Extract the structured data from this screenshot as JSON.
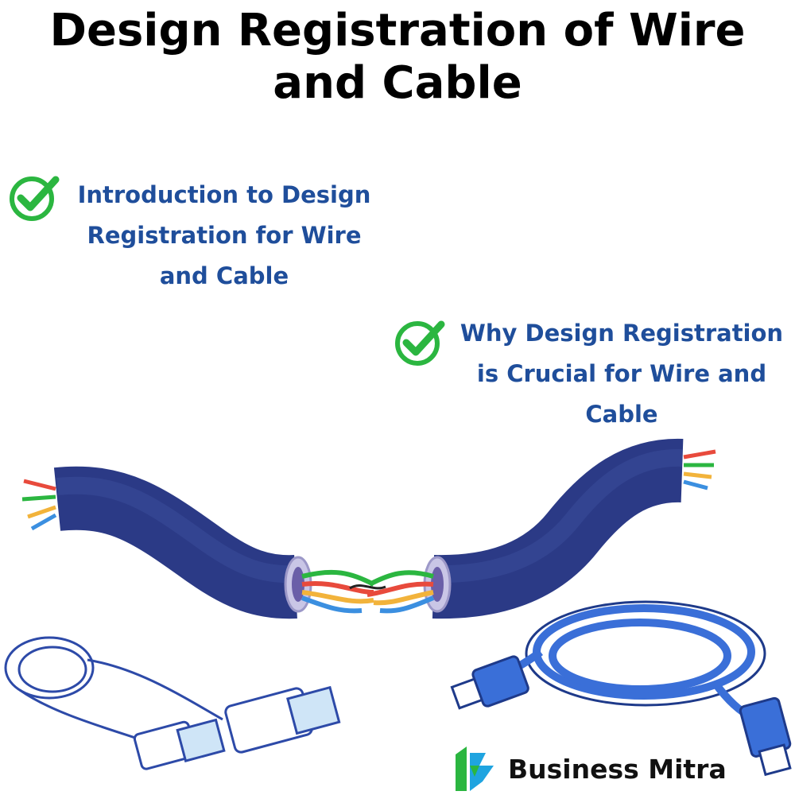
{
  "title": "Design Registration of Wire and Cable",
  "points": [
    {
      "text": "Introduction to Design Registration for Wire and Cable",
      "icon": "check-circle-icon"
    },
    {
      "text": "Why Design Registration is Crucial for Wire and Cable",
      "icon": "check-circle-icon"
    }
  ],
  "brand": {
    "name": "Business Mitra",
    "icon": "business-mitra-logo"
  },
  "colors": {
    "accent": "#1f4e9b",
    "check": "#2bb640",
    "cable": "#2b3a86",
    "hdmi": "#3a6fd8"
  }
}
